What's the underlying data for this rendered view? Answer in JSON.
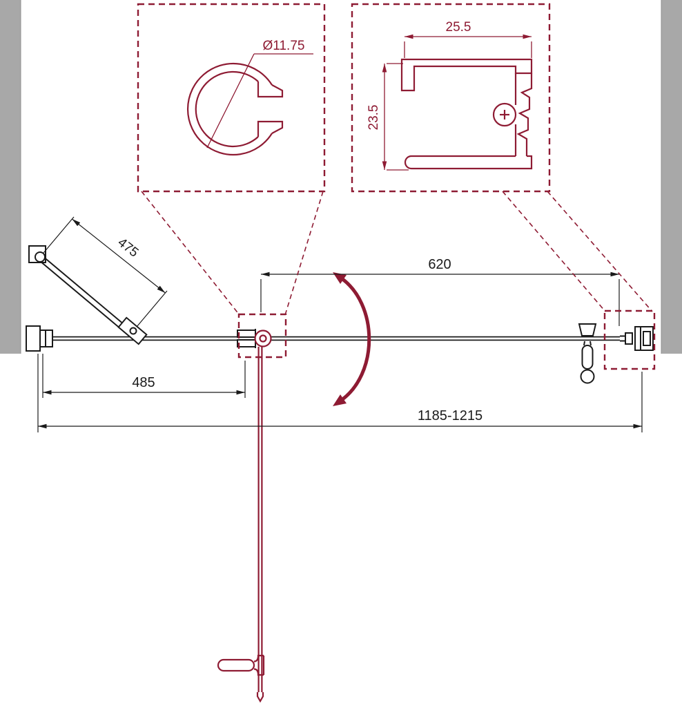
{
  "colors": {
    "accent": "#8E1B33",
    "line": "#1A1A1A",
    "wall": "#A8A8A8"
  },
  "callouts": {
    "round_profile": {
      "diameter_label": "Ø11.75"
    },
    "wall_profile": {
      "width_label": "25.5",
      "height_label": "23.5"
    }
  },
  "dimensions": {
    "support_bar_length": "475",
    "fixed_panel_width": "485",
    "door_width": "620",
    "overall_width": "1185-1215"
  }
}
